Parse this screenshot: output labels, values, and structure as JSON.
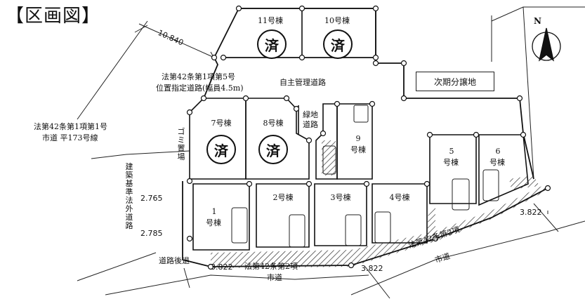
{
  "title": "【区画図】",
  "compass": {
    "label": "N"
  },
  "sold_mark": "済",
  "lots": {
    "l11": "11号棟",
    "l10": "10号棟",
    "l7": "7号棟",
    "l8": "8号棟",
    "l9a": "9",
    "l9b": "号棟",
    "l1a": "1",
    "l1b": "号棟",
    "l2": "2号棟",
    "l3": "3号棟",
    "l4": "4号棟",
    "l5a": "5",
    "l5b": "号棟",
    "l6a": "6",
    "l6b": "号棟"
  },
  "labels": {
    "next_phase": "次期分譲地",
    "private_road": "自主管理道路",
    "designated_road_1": "法第42条第1項第5号",
    "designated_road_2": "位置指定道路(幅員4.5m)",
    "city_road_left_1": "法第42条第1項第1号",
    "city_road_left_2": "市道 平173号線",
    "garbage": "ゴミ置場",
    "shared_road_1": "緑地",
    "shared_road_2": "道路",
    "outside_law": "建築基準法外道路",
    "road_setback": "道路後退",
    "city_road_bottom_1": "法第42条第2項",
    "city_road_bottom_2": "市道",
    "city_road_right_1": "法第42条第2項",
    "city_road_right_2": "市道"
  },
  "dimensions": {
    "d10840": "10.840",
    "d2765": "2.765",
    "d2785": "2.785",
    "d3822a": "3.822",
    "d3822b": "3.822",
    "d3822c": "3.822"
  }
}
